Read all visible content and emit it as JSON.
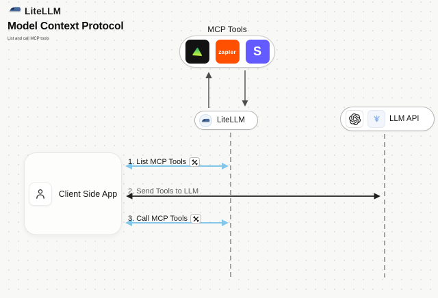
{
  "header": {
    "brand": "LiteLLM",
    "title": "Model Context Protocol",
    "subtitle": "List and call MCP tools"
  },
  "mcp_tools": {
    "label": "MCP Tools",
    "zapier_text": "zapier",
    "stripe_text": "S"
  },
  "nodes": {
    "litellm": {
      "label": "LiteLLM"
    },
    "llm_api": {
      "label": "LLM API"
    },
    "client": {
      "label": "Client Side App"
    }
  },
  "messages": [
    {
      "label": "1. List MCP Tools"
    },
    {
      "label": "2. Send Tools to LLM"
    },
    {
      "label": "3. Call MCP Tools"
    }
  ],
  "colors": {
    "arrow_blue": "#82c7ea",
    "arrow_black": "#1f1f1f",
    "zapier_orange": "#ff4f00",
    "stripe_purple": "#635bff"
  }
}
